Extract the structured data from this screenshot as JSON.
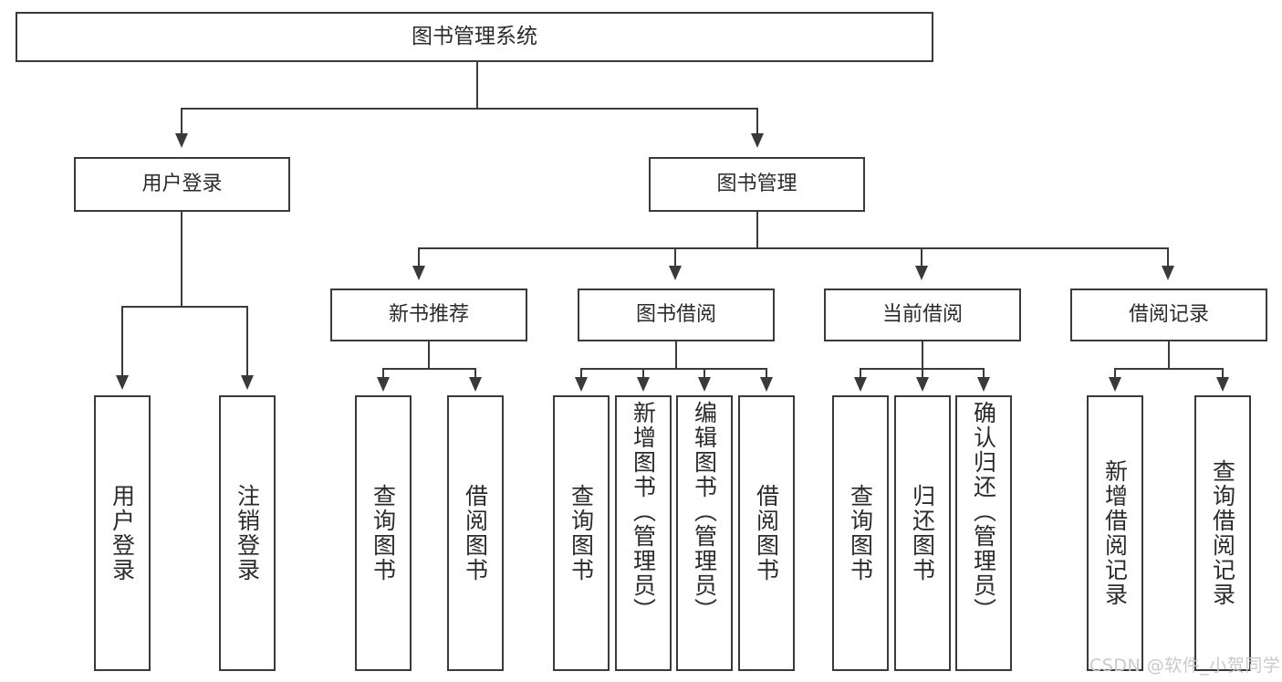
{
  "diagram": {
    "title": "图书管理系统",
    "type": "tree-hierarchy",
    "root": {
      "label": "图书管理系统"
    },
    "level2": [
      {
        "label": "用户登录"
      },
      {
        "label": "图书管理"
      }
    ],
    "level3": [
      {
        "label": "新书推荐"
      },
      {
        "label": "图书借阅"
      },
      {
        "label": "当前借阅"
      },
      {
        "label": "借阅记录"
      }
    ],
    "leaves": {
      "user_login": [
        {
          "label": "用户登录"
        },
        {
          "label": "注销登录"
        }
      ],
      "new_book_recommend": [
        {
          "label": "查询图书"
        },
        {
          "label": "借阅图书"
        }
      ],
      "book_borrow": [
        {
          "label": "查询图书"
        },
        {
          "label": "新增图书（管理员）"
        },
        {
          "label": "编辑图书（管理员）"
        },
        {
          "label": "借阅图书"
        }
      ],
      "current_borrow": [
        {
          "label": "查询图书"
        },
        {
          "label": "归还图书"
        },
        {
          "label": "确认归还（管理员）"
        }
      ],
      "borrow_record": [
        {
          "label": "新增借阅记录"
        },
        {
          "label": "查询借阅记录"
        }
      ]
    }
  },
  "watermark": {
    "text": "CSDN @软件_小贺同学"
  },
  "colors": {
    "stroke": "#3a3a3a",
    "text": "#2b2b2b",
    "background": "#ffffff",
    "watermark": "#c9c9c9"
  }
}
